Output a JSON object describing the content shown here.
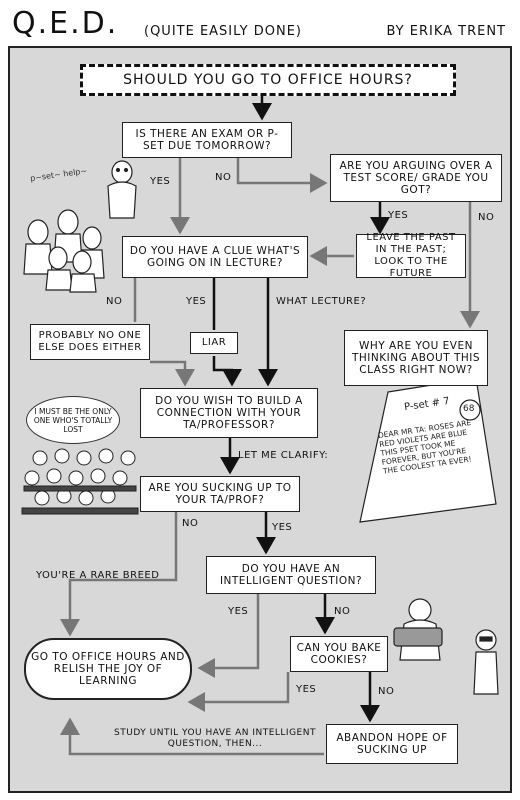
{
  "header": {
    "title": "Q.E.D.",
    "subtitle": "(QUITE EASILY DONE)",
    "author": "BY ERIKA TRENT"
  },
  "nodes": {
    "start": "SHOULD YOU GO TO OFFICE HOURS?",
    "exam": "IS THERE AN EXAM OR P-SET DUE TOMORROW?",
    "arguing": "ARE YOU ARGUING OVER A TEST SCORE/ GRADE YOU GOT?",
    "leave_past": "LEAVE THE PAST IN THE PAST; LOOK TO THE FUTURE",
    "clue": "DO YOU HAVE A CLUE WHAT'S GOING ON IN LECTURE?",
    "probably": "PROBABLY NO ONE ELSE DOES EITHER",
    "liar": "LIAR",
    "why": "WHY ARE YOU EVEN THINKING ABOUT THIS CLASS RIGHT NOW?",
    "connection": "DO YOU WISH TO BUILD A CONNECTION WITH YOUR TA/PROFESSOR?",
    "sucking": "ARE YOU SUCKING UP TO YOUR TA/PROF?",
    "intelligent": "DO YOU HAVE AN INTELLIGENT QUESTION?",
    "cookies": "CAN YOU BAKE COOKIES?",
    "go": "GO TO OFFICE HOURS AND RELISH THE JOY OF LEARNING",
    "abandon": "ABANDON HOPE OF SUCKING UP"
  },
  "edge_labels": {
    "exam_yes": "YES",
    "exam_no": "NO",
    "arguing_yes": "YES",
    "arguing_no": "NO",
    "clue_no": "NO",
    "clue_yes": "YES",
    "clue_what": "WHAT LECTURE?",
    "clarify": "LET ME CLARIFY:",
    "sucking_no": "NO",
    "sucking_yes": "YES",
    "rare": "YOU'RE A RARE BREED",
    "intel_yes": "YES",
    "intel_no": "NO",
    "cookies_yes": "YES",
    "cookies_no": "NO",
    "study": "STUDY UNTIL YOU HAVE AN INTELLIGENT QUESTION, THEN..."
  },
  "doodles": {
    "pset_help": "p~set~ help~",
    "thought": "I MUST BE THE ONLY ONE WHO'S TOTALLY LOST",
    "paper_title": "P-set # 7",
    "paper_grade": "68",
    "paper_note": "DEAR MR TA: ROSES ARE RED VIOLETS ARE BLUE THIS PSET TOOK ME FOREVER, BUT YOU'RE THE COOLEST TA EVER!"
  }
}
